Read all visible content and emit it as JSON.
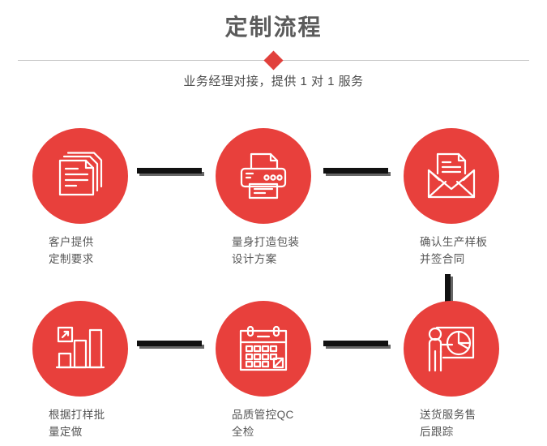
{
  "header": {
    "title": "定制流程",
    "subtitle": "业务经理对接，提供 1 对 1 服务",
    "divider_icon": "diamond",
    "title_color": "#5b5b5b",
    "accent_color": "#e8403c",
    "divider_line_color": "#c9c9c9"
  },
  "flow": {
    "connector_color": "#111111",
    "connector_shadow_color": "#666666",
    "circle_color": "#e8403c",
    "label_color": "#565656",
    "steps": [
      {
        "index": 1,
        "icon": "documents-stack-icon",
        "label": "客户提供\n定制要求"
      },
      {
        "index": 2,
        "icon": "printer-icon",
        "label": "量身打造包装\n设计方案"
      },
      {
        "index": 3,
        "icon": "envelope-document-icon",
        "label": "确认生产样板\n并签合同"
      },
      {
        "index": 4,
        "icon": "bar-chart-growth-icon",
        "label": "根据打样批\n量定做"
      },
      {
        "index": 5,
        "icon": "calendar-check-icon",
        "label": "品质管控QC\n全检"
      },
      {
        "index": 6,
        "icon": "presentation-person-pie-icon",
        "label": "送货服务售\n后跟踪"
      }
    ]
  }
}
